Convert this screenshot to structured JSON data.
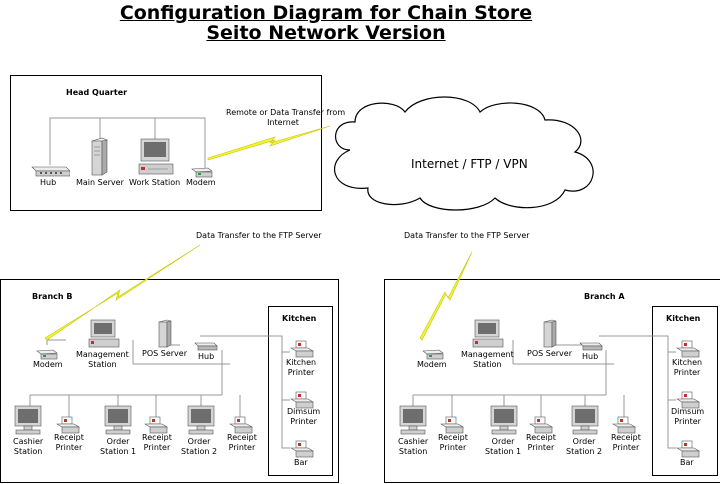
{
  "title": {
    "line1": "Configuration Diagram for Chain Store",
    "line2": "Seito Network Version"
  },
  "hq": {
    "heading": "Head Quarter",
    "hub": "Hub",
    "main_server": "Main Server",
    "work_station": "Work Station",
    "modem": "Modem"
  },
  "internet": {
    "cloud_label": "Internet / FTP / VPN",
    "remote_caption": "Remote or Data Transfer from Internet",
    "remote_caption_l1": "Remote or Data Transfer from",
    "remote_caption_l2": "Internet",
    "ftp_caption_left": "Data Transfer to the FTP Server",
    "ftp_caption_right": "Data Transfer to the FTP Server"
  },
  "branch_b": {
    "heading": "Branch B",
    "modem": "Modem",
    "mgmt_l1": "Management",
    "mgmt_l2": "Station",
    "pos_server": "POS Server",
    "hub": "Hub",
    "kitchen": "Kitchen",
    "kitchen_printer_l1": "Kitchen",
    "kitchen_printer_l2": "Printer",
    "dimsum_printer_l1": "Dimsum",
    "dimsum_printer_l2": "Printer",
    "bar": "Bar",
    "cashier_l1": "Cashier",
    "cashier_l2": "Station",
    "receipt1_l1": "Receipt",
    "receipt1_l2": "Printer",
    "order1_l1": "Order",
    "order1_l2": "Station 1",
    "receipt2_l1": "Receipt",
    "receipt2_l2": "Printer",
    "order2_l1": "Order",
    "order2_l2": "Station 2",
    "receipt3_l1": "Receipt",
    "receipt3_l2": "Printer"
  },
  "branch_a": {
    "heading": "Branch A",
    "modem": "Modem",
    "mgmt_l1": "Management",
    "mgmt_l2": "Station",
    "pos_server": "POS Server",
    "hub": "Hub",
    "kitchen": "Kitchen",
    "kitchen_printer_l1": "Kitchen",
    "kitchen_printer_l2": "Printer",
    "dimsum_printer_l1": "Dimsum",
    "dimsum_printer_l2": "Printer",
    "bar": "Bar",
    "cashier_l1": "Cashier",
    "cashier_l2": "Station",
    "receipt1_l1": "Receipt",
    "receipt1_l2": "Printer",
    "order1_l1": "Order",
    "order1_l2": "Station 1",
    "receipt2_l1": "Receipt",
    "receipt2_l2": "Printer",
    "order2_l1": "Order",
    "order2_l2": "Station 2",
    "receipt3_l1": "Receipt",
    "receipt3_l2": "Printer"
  },
  "colors": {
    "lightning": "#f2f23a",
    "wire": "#999999",
    "device_body": "#d9d9d9",
    "screen": "#6e6e6e"
  }
}
